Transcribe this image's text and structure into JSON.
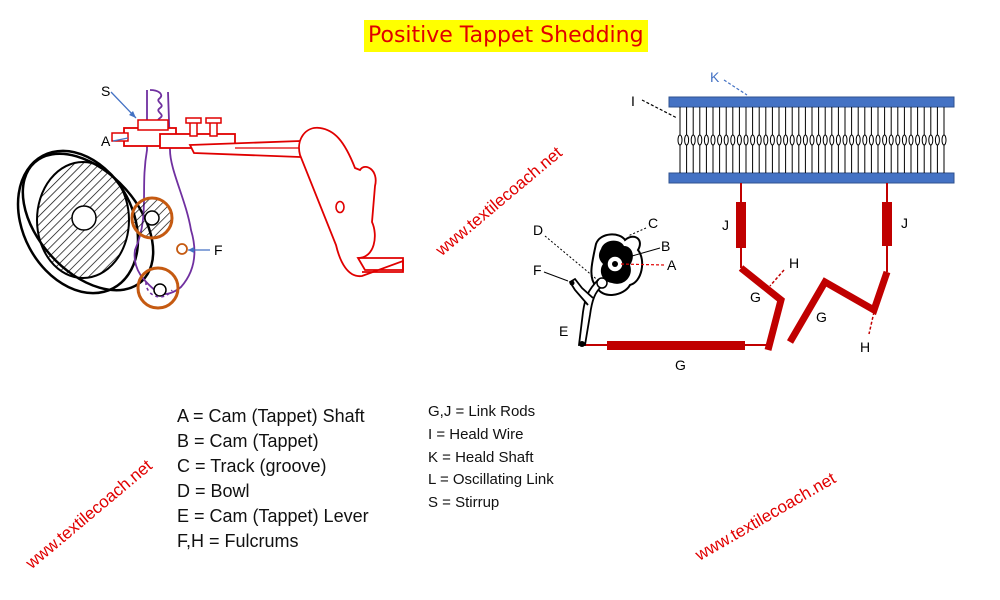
{
  "title": "Positive Tappet Shedding",
  "colors": {
    "title_bg": "#ffff00",
    "title_text": "#e00000",
    "red_outline": "#e00000",
    "dark_red": "#c00000",
    "blue": "#4472c4",
    "purple": "#7030a0",
    "brown": "#c55a11"
  },
  "left_labels": {
    "s": "S",
    "a": "A",
    "f": "F"
  },
  "right_labels": {
    "k": "K",
    "i": "I",
    "c": "C",
    "d": "D",
    "b": "B",
    "a": "A",
    "f": "F",
    "e": "E",
    "j_left": "J",
    "j_right": "J",
    "h_left": "H",
    "h_right": "H",
    "g_left": "G",
    "g_mid": "G",
    "g_bottom": "G"
  },
  "legend_left": [
    "A = Cam (Tappet) Shaft",
    "B = Cam (Tappet)",
    "C = Track (groove)",
    "D = Bowl",
    "E = Cam (Tappet) Lever",
    "F,H = Fulcrums"
  ],
  "legend_right": [
    "G,J = Link Rods",
    "I = Heald Wire",
    "K = Heald Shaft",
    "L = Oscillating Link",
    "S = Stirrup"
  ],
  "watermarks": [
    "www.textilecoach.net",
    "www.textilecoach.net",
    "www.textilecoach.net"
  ]
}
